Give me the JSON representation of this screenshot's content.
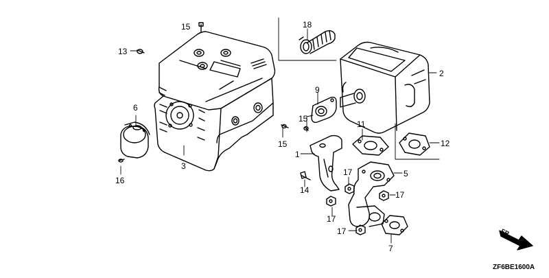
{
  "diagram": {
    "code": "ZF6BE1600A",
    "front_mark": "FR.",
    "callouts": {
      "c1": "1",
      "c2": "2",
      "c3": "3",
      "c5": "5",
      "c6": "6",
      "c7": "7",
      "c9": "9",
      "c11": "11",
      "c12": "12",
      "c13": "13",
      "c14": "14",
      "c15a": "15",
      "c15b": "15",
      "c15c": "15",
      "c16": "16",
      "c17a": "17",
      "c17b": "17",
      "c17c": "17",
      "c17d": "17",
      "c18": "18"
    }
  }
}
